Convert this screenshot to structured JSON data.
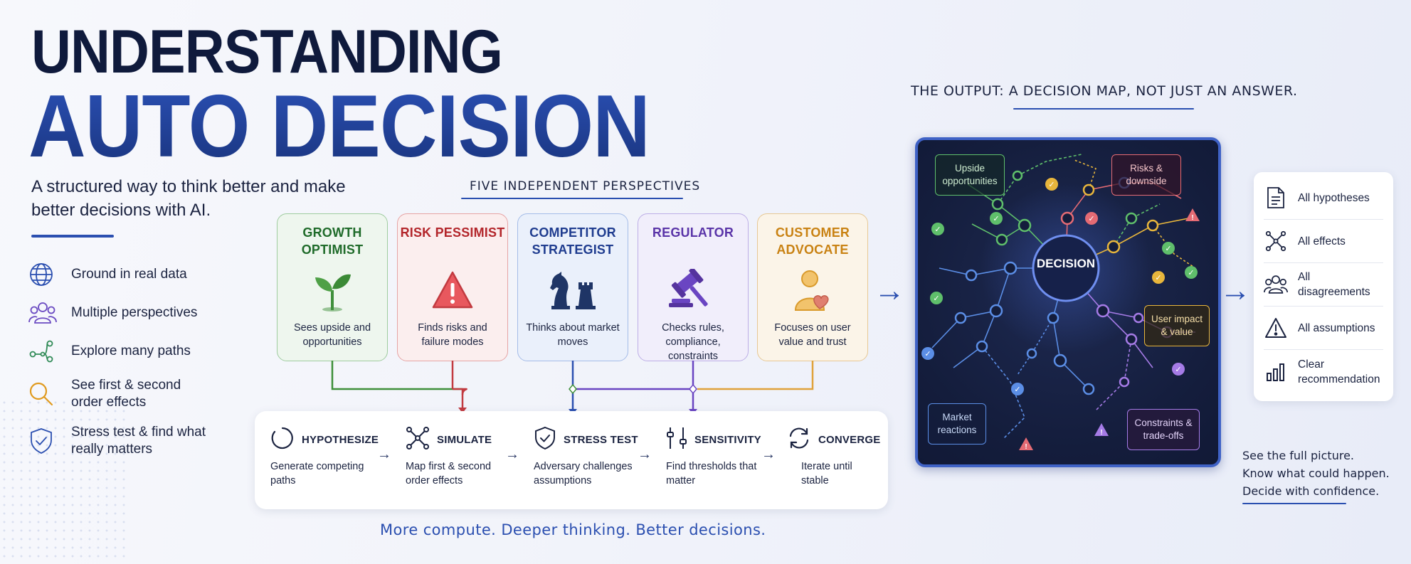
{
  "title": {
    "line1": "UNDERSTANDING",
    "line2": "AUTO DECISION",
    "subtitle": "A structured way to think better and make better decisions with AI."
  },
  "features": [
    {
      "label": "Ground in real data",
      "icon": "globe-icon"
    },
    {
      "label": "Multiple perspectives",
      "icon": "users-icon"
    },
    {
      "label": "Explore many paths",
      "icon": "branch-icon"
    },
    {
      "label": "See first & second order effects",
      "icon": "magnifier-icon"
    },
    {
      "label": "Stress test & find what really matters",
      "icon": "shield-check-icon"
    }
  ],
  "perspectives": {
    "heading": "FIVE INDEPENDENT PERSPECTIVES",
    "cards": [
      {
        "name": "GROWTH OPTIMIST",
        "desc": "Sees upside and opportunities",
        "icon": "sprout-icon",
        "color": "#1f6b2a"
      },
      {
        "name": "RISK PESSIMIST",
        "desc": "Finds risks and failure modes",
        "icon": "warning-icon",
        "color": "#b3262b"
      },
      {
        "name": "COMPETITOR STRATEGIST",
        "desc": "Thinks about market moves",
        "icon": "chess-icon",
        "color": "#1f3c8f"
      },
      {
        "name": "REGULATOR",
        "desc": "Checks rules, compliance, constraints",
        "icon": "gavel-icon",
        "color": "#5a34a8"
      },
      {
        "name": "CUSTOMER ADVOCATE",
        "desc": "Focuses on user value and trust",
        "icon": "person-heart-icon",
        "color": "#c98213"
      }
    ]
  },
  "process": [
    {
      "name": "HYPOTHESIZE",
      "desc": "Generate competing paths",
      "icon": "circle-arc-icon"
    },
    {
      "name": "SIMULATE",
      "desc": "Map first & second order effects",
      "icon": "network-icon"
    },
    {
      "name": "STRESS TEST",
      "desc": "Adversary challenges assumptions",
      "icon": "shield-check-icon"
    },
    {
      "name": "SENSITIVITY",
      "desc": "Find thresholds that matter",
      "icon": "sliders-icon"
    },
    {
      "name": "CONVERGE",
      "desc": "Iterate until stable",
      "icon": "refresh-icon"
    }
  ],
  "tagline": "More compute. Deeper thinking. Better decisions.",
  "output": {
    "heading_prefix": "THE OUTPUT:",
    "heading_emphasis": "A DECISION MAP, NOT JUST AN ANSWER.",
    "map": {
      "center": "DECISION",
      "nodes": [
        {
          "label": "Upside opportunities",
          "color": "#5fbf6b"
        },
        {
          "label": "Risks & downside",
          "color": "#e56b74"
        },
        {
          "label": "User impact & value",
          "color": "#e8b63c"
        },
        {
          "label": "Market reactions",
          "color": "#5b8ee6"
        },
        {
          "label": "Constraints & trade-offs",
          "color": "#a57be6"
        }
      ]
    },
    "checklist": [
      {
        "label": "All hypotheses",
        "icon": "document-icon"
      },
      {
        "label": "All effects",
        "icon": "network-icon"
      },
      {
        "label": "All disagreements",
        "icon": "users-icon"
      },
      {
        "label": "All assumptions",
        "icon": "warning-icon"
      },
      {
        "label": "Clear recommendation",
        "icon": "bar-chart-icon"
      }
    ],
    "closing": [
      "See the full picture.",
      "Know what could happen.",
      "Decide with confidence."
    ]
  }
}
